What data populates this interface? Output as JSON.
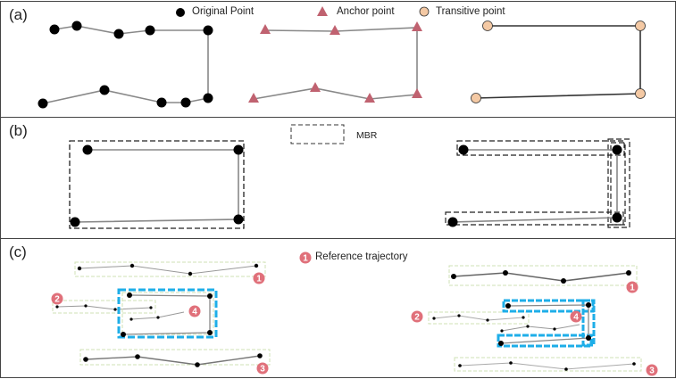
{
  "panels": {
    "a": {
      "label": "(a)",
      "legend": {
        "original": "Original Point",
        "anchor": "Anchor point",
        "transitive": "Transitive point"
      }
    },
    "b": {
      "label": "(b)",
      "legend": {
        "mbr": "MBR"
      }
    },
    "c": {
      "label": "(c)",
      "legend": {
        "reference": "Reference trajectory"
      },
      "trajectory_ids": [
        "1",
        "2",
        "3",
        "4"
      ]
    }
  },
  "colors": {
    "original": "#000000",
    "anchor": "#c06270",
    "transitive": "#f4c9a4",
    "badge": "#e0707a",
    "highlight": "#1eaee8",
    "line": "#888888",
    "faint_box": "#cfe0b4"
  }
}
